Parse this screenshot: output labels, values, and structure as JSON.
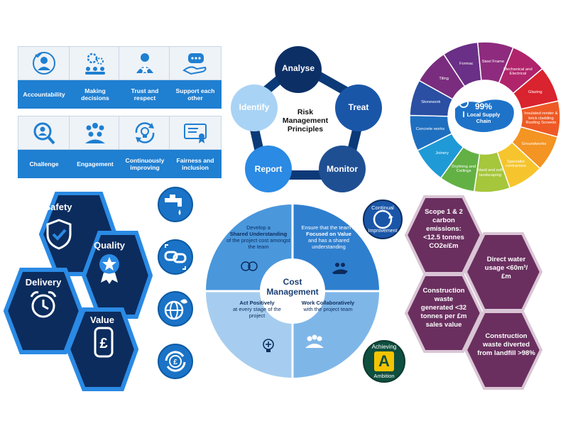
{
  "values_grid": {
    "items": [
      {
        "label": "Accountability",
        "icon": "person-check-icon"
      },
      {
        "label": "Making decisions",
        "icon": "gears-people-icon"
      },
      {
        "label": "Trust and respect",
        "icon": "person-star-icon"
      },
      {
        "label": "Support each other",
        "icon": "speech-hand-icon"
      },
      {
        "label": "Challenge",
        "icon": "magnifier-person-icon"
      },
      {
        "label": "Engagement",
        "icon": "group-icon"
      },
      {
        "label": "Continuously improving",
        "icon": "cycle-bulb-icon"
      },
      {
        "label": "Fairness and inclusion",
        "icon": "certificate-icon"
      }
    ]
  },
  "risk": {
    "center": "Risk Management Principles",
    "nodes": [
      "Analyse",
      "Treat",
      "Monitor",
      "Report",
      "Identify"
    ]
  },
  "supply": {
    "center_pct": "99%",
    "center_label": "Local Supply Chain",
    "segments": [
      "Tiling",
      "Formac",
      "Steel Frame",
      "Mechanical and Electrical",
      "Glazing",
      "Insulated render & brick cladding Roofing Screeds",
      "Groundworks",
      "Specialist contractors",
      "Hard and soft landscaping",
      "Drylining and Ceilings",
      "Joinery",
      "Concrete works",
      "Stonework"
    ],
    "colors": [
      "#7a2d7e",
      "#6a2f86",
      "#8e2b7e",
      "#b0246b",
      "#d9232e",
      "#ee5a25",
      "#f39423",
      "#f6c52d",
      "#a6c63b",
      "#63b144",
      "#1f9ad6",
      "#1f6fc0",
      "#2a4fa3"
    ]
  },
  "hex_left": {
    "items": [
      "Safety",
      "Quality",
      "Delivery",
      "Value"
    ],
    "icons": [
      "shield-check-icon",
      "ribbon-star-icon",
      "alarm-clock-icon",
      "pound-coin-icon"
    ]
  },
  "circle_icons": [
    "water-tap-icon",
    "link-icon",
    "globe-leaf-icon",
    "pound-cycle-icon"
  ],
  "cost": {
    "center": "Cost Management",
    "q1_line1": "Develop a",
    "q1_bold": "Shared Understanding",
    "q1_rest": "of the project cost amongst the team",
    "q2_line1": "Ensure that the team is",
    "q2_bold": "Focused on Value",
    "q2_rest": "and has a shared understanding",
    "q3_bold": "Act Positively",
    "q3_rest": "at every stage of the project",
    "q4_bold": "Work Collaboratively",
    "q4_rest": "with the project team"
  },
  "badges": {
    "continual_line1": "Continual",
    "continual_line2": "Improvement",
    "ambition_line1": "Achieving",
    "ambition_line2": "Ambition",
    "ambition_letter": "A"
  },
  "hex_right": {
    "items": [
      "Scope 1 & 2 carbon emissions: <12.5 tonnes CO2e/£m",
      "Direct water usage <60m³/£m",
      "Construction waste generated <32 tonnes per £m sales value",
      "Construction waste diverted from landfill >98%"
    ],
    "color": "#6a2f5f"
  }
}
